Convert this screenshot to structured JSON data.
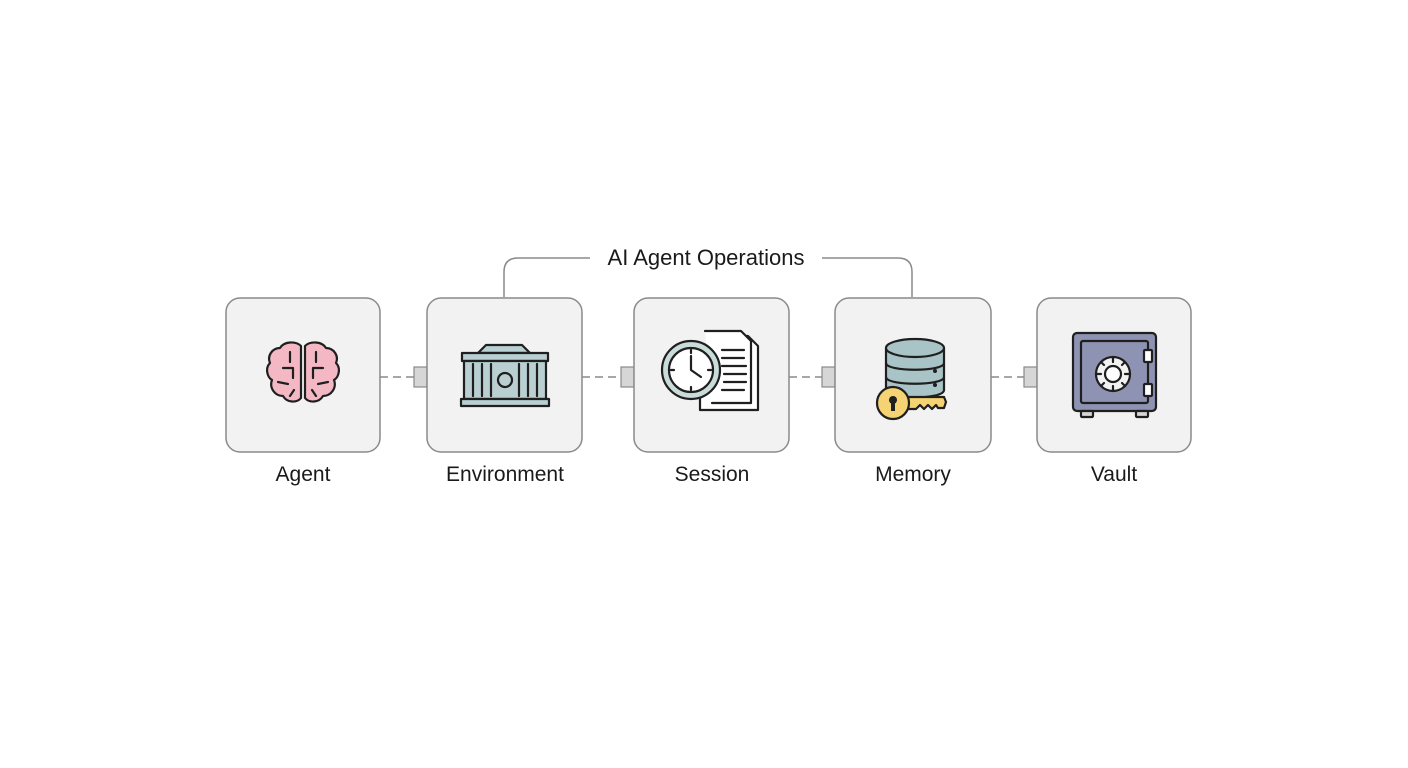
{
  "diagram": {
    "group": {
      "title": "AI Agent Operations"
    },
    "nodes": [
      {
        "id": "agent",
        "label": "Agent",
        "icon": "brain-icon"
      },
      {
        "id": "environment",
        "label": "Environment",
        "icon": "container-icon"
      },
      {
        "id": "session",
        "label": "Session",
        "icon": "clock-document-icon"
      },
      {
        "id": "memory",
        "label": "Memory",
        "icon": "database-key-icon"
      },
      {
        "id": "vault",
        "label": "Vault",
        "icon": "safe-icon"
      }
    ],
    "colors": {
      "brain": "#f4b8c4",
      "container": "#b9cfd2",
      "clock": "#c9dcda",
      "database": "#a9c4c6",
      "key": "#f5d372",
      "safe": "#8e93b3"
    }
  }
}
